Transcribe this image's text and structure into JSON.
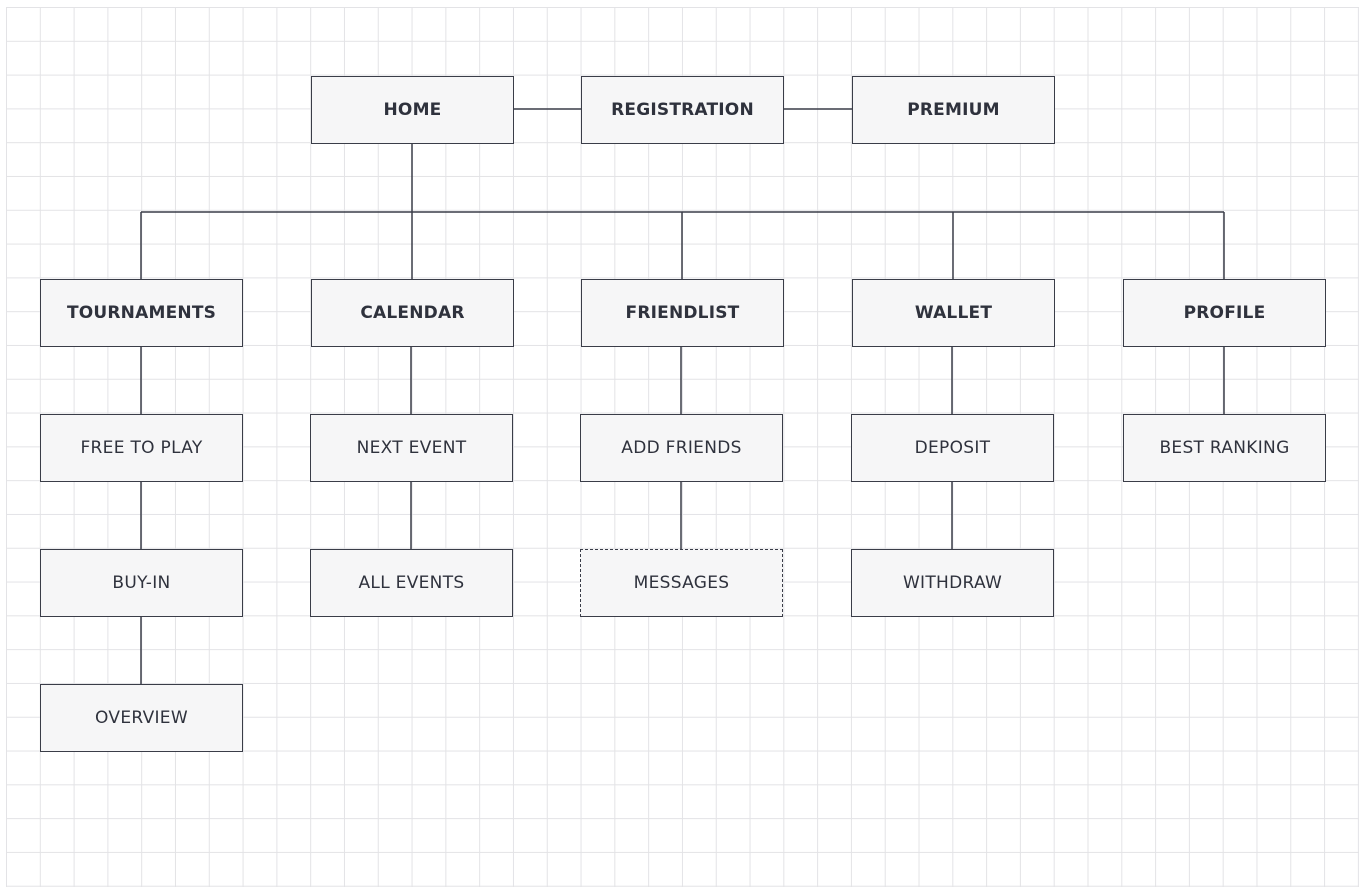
{
  "nodes": {
    "home": "HOME",
    "registration": "REGISTRATION",
    "premium": "PREMIUM",
    "tournaments": "TOURNAMENTS",
    "calendar": "CALENDAR",
    "friendlist": "FRIENDLIST",
    "wallet": "WALLET",
    "profile": "PROFILE",
    "free_to_play": "FREE TO PLAY",
    "buy_in": "BUY-IN",
    "overview": "OVERVIEW",
    "next_event": "NEXT EVENT",
    "all_events": "ALL EVENTS",
    "add_friends": "ADD FRIENDS",
    "messages": "MESSAGES",
    "deposit": "DEPOSIT",
    "withdraw": "WITHDRAW",
    "best_ranking": "BEST RANKING"
  },
  "colors": {
    "node_fill": "#f6f6f7",
    "node_border": "#3a3d48",
    "text": "#2f323d",
    "grid": "#e3e3e6"
  }
}
